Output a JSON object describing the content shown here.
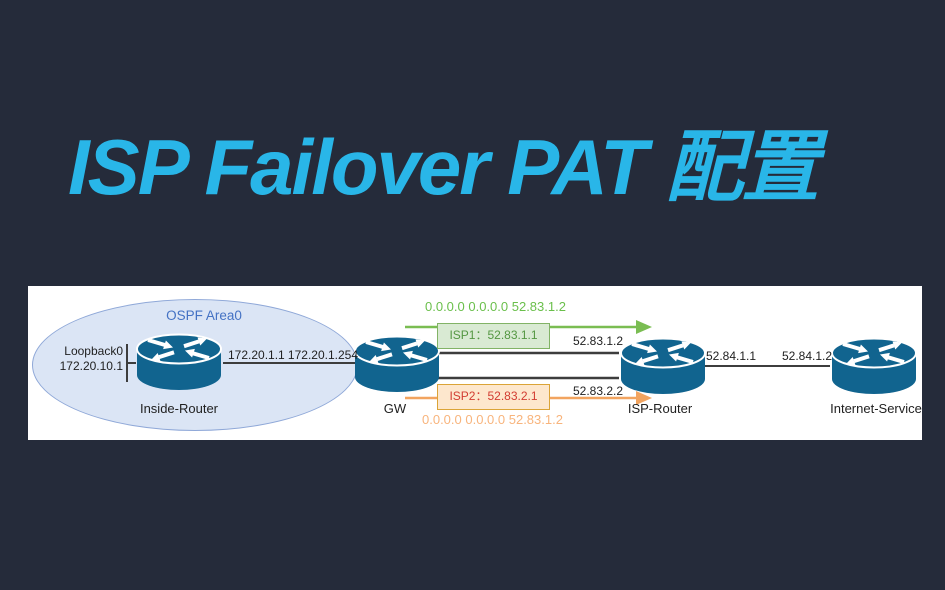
{
  "title": "ISP Failover PAT 配置",
  "colors": {
    "background": "#252b3a",
    "title": "#29b6e8",
    "panel": "#ffffff",
    "router_blue": "#11648f",
    "ospf_fill": "#dbe5f5",
    "ospf_border": "#8fa8d8",
    "ospf_text": "#4472c4",
    "link_line": "#3d3d3d",
    "isp1_green": "#7abd52",
    "isp1_box_fill": "#d9ead3",
    "isp1_box_border": "#82b366",
    "isp1_box_text": "#549742",
    "isp2_orange": "#f2a45f",
    "isp2_box_fill": "#fde7cd",
    "isp2_box_border": "#dba437",
    "isp2_box_text": "#d23c31"
  },
  "diagram": {
    "ospf_area_label": "OSPF Area0",
    "loopback": {
      "interface": "Loopback0",
      "ip": "172.20.10.1"
    },
    "inside_link": {
      "left_ip": "172.20.1.1",
      "right_ip": "172.20.1.254"
    },
    "routers": {
      "inside": "Inside-Router",
      "gw": "GW",
      "isp": "ISP-Router",
      "internet": "Internet-Service"
    },
    "isp1_path": {
      "route": "0.0.0.0 0.0.0.0 52.83.1.2",
      "label": "ISP1：52.83.1.1",
      "remote_ip": "52.83.1.2"
    },
    "isp2_path": {
      "route": "0.0.0.0 0.0.0.0 52.83.1.2",
      "label": "ISP2：52.83.2.1",
      "remote_ip": "52.83.2.2"
    },
    "internet_link": {
      "left_ip": "52.84.1.1",
      "right_ip": "52.84.1.2"
    }
  }
}
